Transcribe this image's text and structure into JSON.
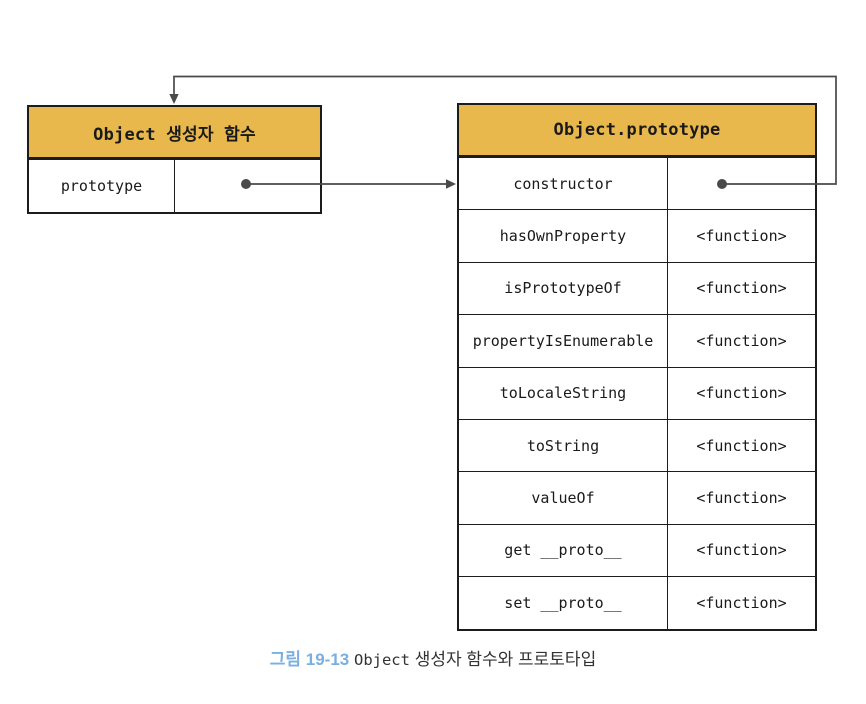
{
  "colors": {
    "header_bg": "#E8B84C",
    "border": "#1c1c1c",
    "connector": "#4a4a4a",
    "caption_accent": "#7AAFE0",
    "text": "#1a1a1a"
  },
  "constructor_table": {
    "title": "Object 생성자 함수",
    "rows": [
      {
        "name": "prototype",
        "value": ""
      }
    ]
  },
  "prototype_table": {
    "title": "Object.prototype",
    "rows": [
      {
        "name": "constructor",
        "value": ""
      },
      {
        "name": "hasOwnProperty",
        "value": "<function>"
      },
      {
        "name": "isPrototypeOf",
        "value": "<function>"
      },
      {
        "name": "propertyIsEnumerable",
        "value": "<function>"
      },
      {
        "name": "toLocaleString",
        "value": "<function>"
      },
      {
        "name": "toString",
        "value": "<function>"
      },
      {
        "name": "valueOf",
        "value": "<function>"
      },
      {
        "name": "get __proto__",
        "value": "<function>"
      },
      {
        "name": "set __proto__",
        "value": "<function>"
      }
    ]
  },
  "caption": {
    "label": "그림 19-13",
    "code": "Object",
    "text": "생성자 함수와 프로토타입"
  }
}
